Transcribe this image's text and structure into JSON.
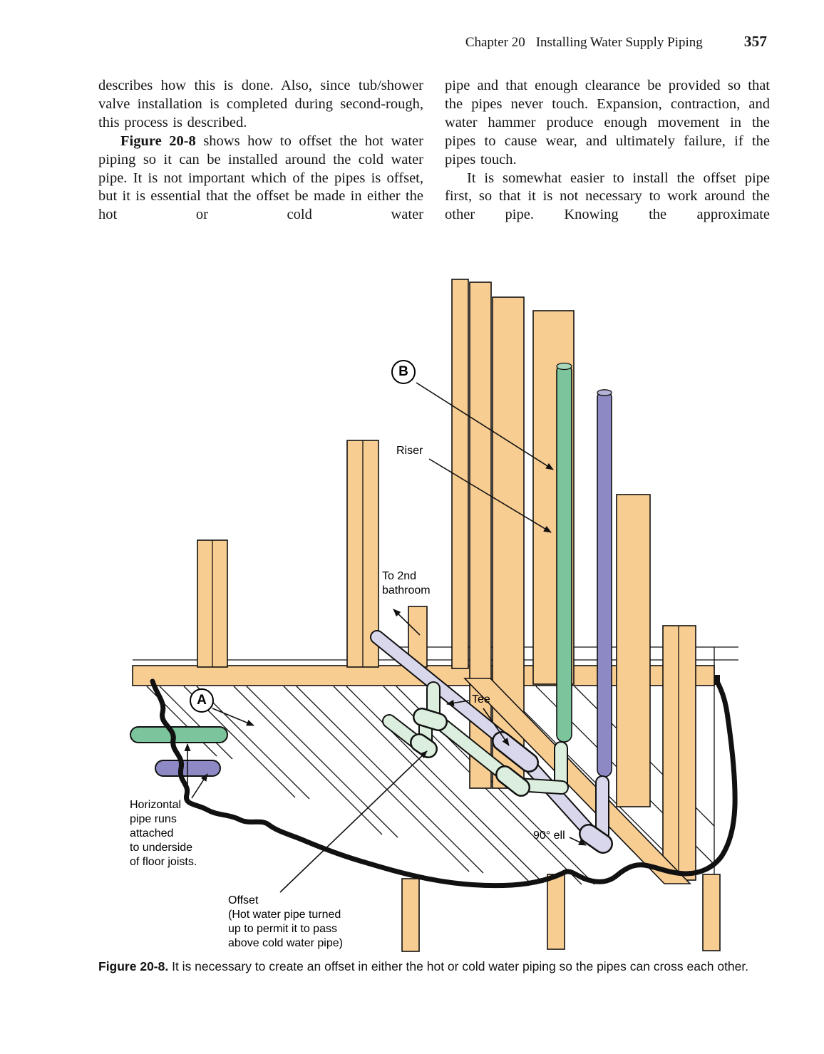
{
  "header": {
    "chapter_label": "Chapter 20",
    "running_title": "Installing Water Supply Piping",
    "page_number": "357"
  },
  "body": {
    "left_column": {
      "para1": "describes how this is done. Also, since tub/shower valve installation is completed during second-rough, this process is described.",
      "para2_lead": "Figure 20-8",
      "para2_rest": " shows how to offset the hot water piping so it can be installed around the cold water pipe. It is not important which of the pipes is offset, but it is essential that the offset be made in either the hot or cold water"
    },
    "right_column": {
      "para1": "pipe and that enough clearance be provided so that the pipes never touch. Expansion, contraction, and water hammer produce enough movement in the pipes to cause wear, and ultimately failure, if the pipes touch.",
      "para2": "It is somewhat easier to install the offset pipe first, so that it is not necessary to work around the other pipe. Knowing the approximate"
    }
  },
  "figure": {
    "callouts": {
      "a": "A",
      "b": "B"
    },
    "labels": {
      "riser": "Riser",
      "to_2nd_bathroom": "To 2nd\nbathroom",
      "tee": "Tee",
      "horizontal_runs": "Horizontal\npipe runs\nattached\nto underside\nof floor joists.",
      "ell_90": "90° ell",
      "offset": "Offset\n(Hot water pipe turned\nup to permit it to pass\nabove cold water pipe)"
    },
    "colors": {
      "wood": "#f8cd92",
      "hot_green": "#7cc49b",
      "cold_purple": "#8d89c4",
      "lavender": "#d9d7ec",
      "pale_green": "#dceede",
      "outline": "#111111"
    }
  },
  "caption": {
    "lead": "Figure 20-8.",
    "text": " It is necessary to create an offset in either the hot or cold water piping so the pipes can cross each other."
  }
}
